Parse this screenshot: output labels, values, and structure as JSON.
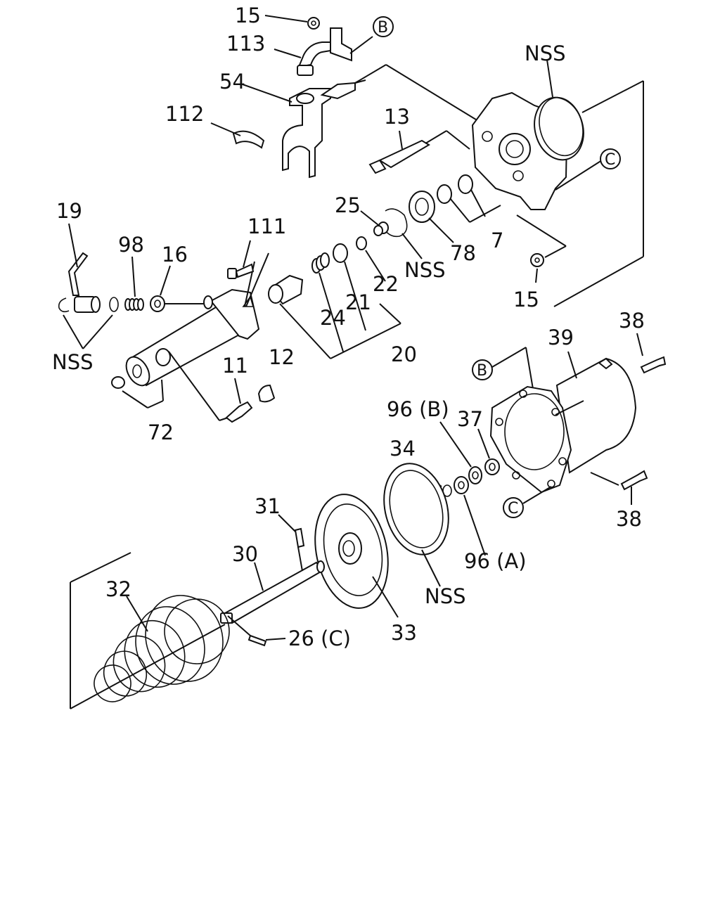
{
  "callouts": {
    "c15a": "15",
    "c113": "113",
    "cB1": "B",
    "c54": "54",
    "cNSS1": "NSS",
    "c112": "112",
    "c13": "13",
    "cC1": "C",
    "c25": "25",
    "c7": "7",
    "c78": "78",
    "cNSS2": "NSS",
    "c19": "19",
    "c111": "111",
    "c98": "98",
    "c16": "16",
    "c22": "22",
    "c21": "21",
    "c24": "24",
    "c15b": "15",
    "cNSS3": "NSS",
    "c20": "20",
    "c11": "11",
    "c12": "12",
    "c72": "72",
    "c38a": "38",
    "c39": "39",
    "cB2": "B",
    "c96b": "96 (B)",
    "c37": "37",
    "c34": "34",
    "cC2": "C",
    "c38b": "38",
    "c31": "31",
    "c96a": "96 (A)",
    "c30": "30",
    "c32": "32",
    "cNSS4": "NSS",
    "c26c": "26 (C)",
    "c33": "33"
  }
}
